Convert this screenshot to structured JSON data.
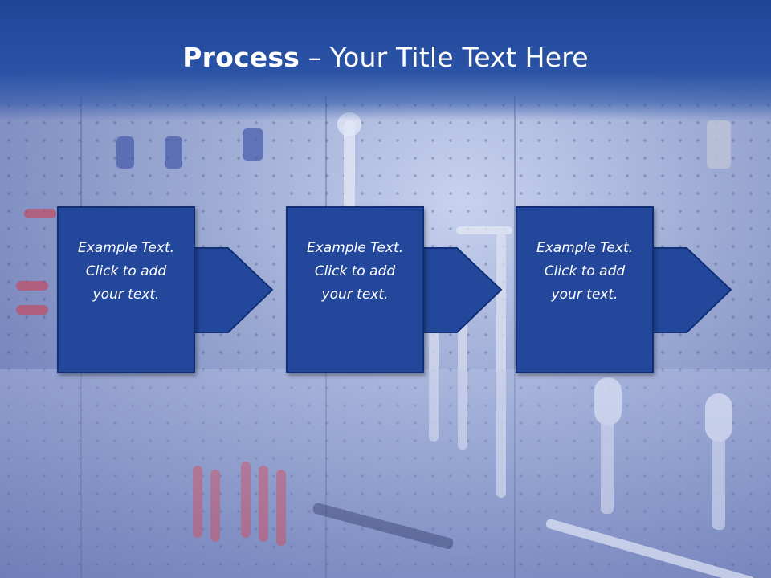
{
  "title": {
    "bold": "Process",
    "rest": " – Your Title Text Here"
  },
  "steps": [
    {
      "text": "Example Text.\nClick  to add\nyour text."
    },
    {
      "text": "Example Text.\nClick  to add\nyour text."
    },
    {
      "text": "Example Text.\nClick  to add\nyour text."
    }
  ],
  "colors": {
    "title_bar": "#2a53a6",
    "box_fill": "#23479a",
    "box_border": "#0f2f78",
    "title_text": "#ffffff"
  }
}
